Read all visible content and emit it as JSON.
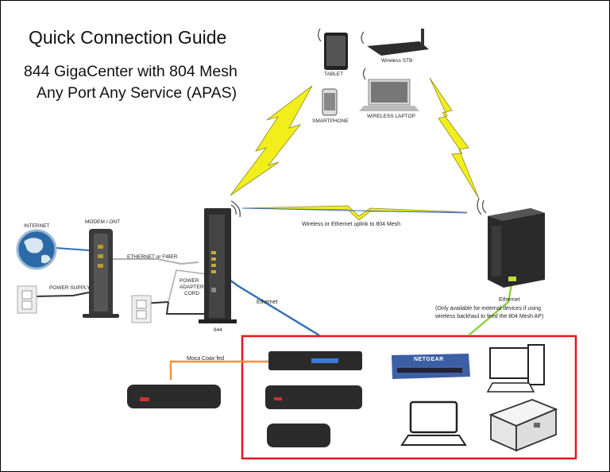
{
  "title": "Quick Connection Guide",
  "subtitle_line1": "844 GigaCenter with 804 Mesh",
  "subtitle_line2": "Any Port Any Service (APAS)",
  "labels": {
    "tablet": "TABLET",
    "wireless_stb": "Wireless STB",
    "smartphone": "SMARTPHONE",
    "wireless_laptop": "WIRELESS LAPTOP",
    "internet": "INTERNET",
    "modem_ont": "MODEM / ONT",
    "ethernet_or_fiber": "ETHERNET or FIBER",
    "power_supply": "POWER SUPPLY",
    "power_adapter_cord_1": "POWER",
    "power_adapter_cord_2": "ADAPTER",
    "power_adapter_cord_3": "CORD",
    "gigacenter": "844",
    "uplink": "Wireless or Ethernet uplink to 804 Mesh",
    "ethernet_left": "Ethernet",
    "ethernet_right": "Ethernet",
    "note_line1": "(Only available for external devices if using",
    "note_line2": "wireless backhaul to feed the 804 Mesh AP)",
    "moca": "Moca Coax fed",
    "switch_brand": "NETGEAR"
  },
  "colors": {
    "lightning": "#f2ee1c",
    "lightning_edge": "#8a8a20",
    "ethernet_line": "#2f6db6",
    "ethernet_right_line": "#8ccf3e",
    "coax_line": "#f0913a",
    "highlight_box": "#e0161c"
  }
}
